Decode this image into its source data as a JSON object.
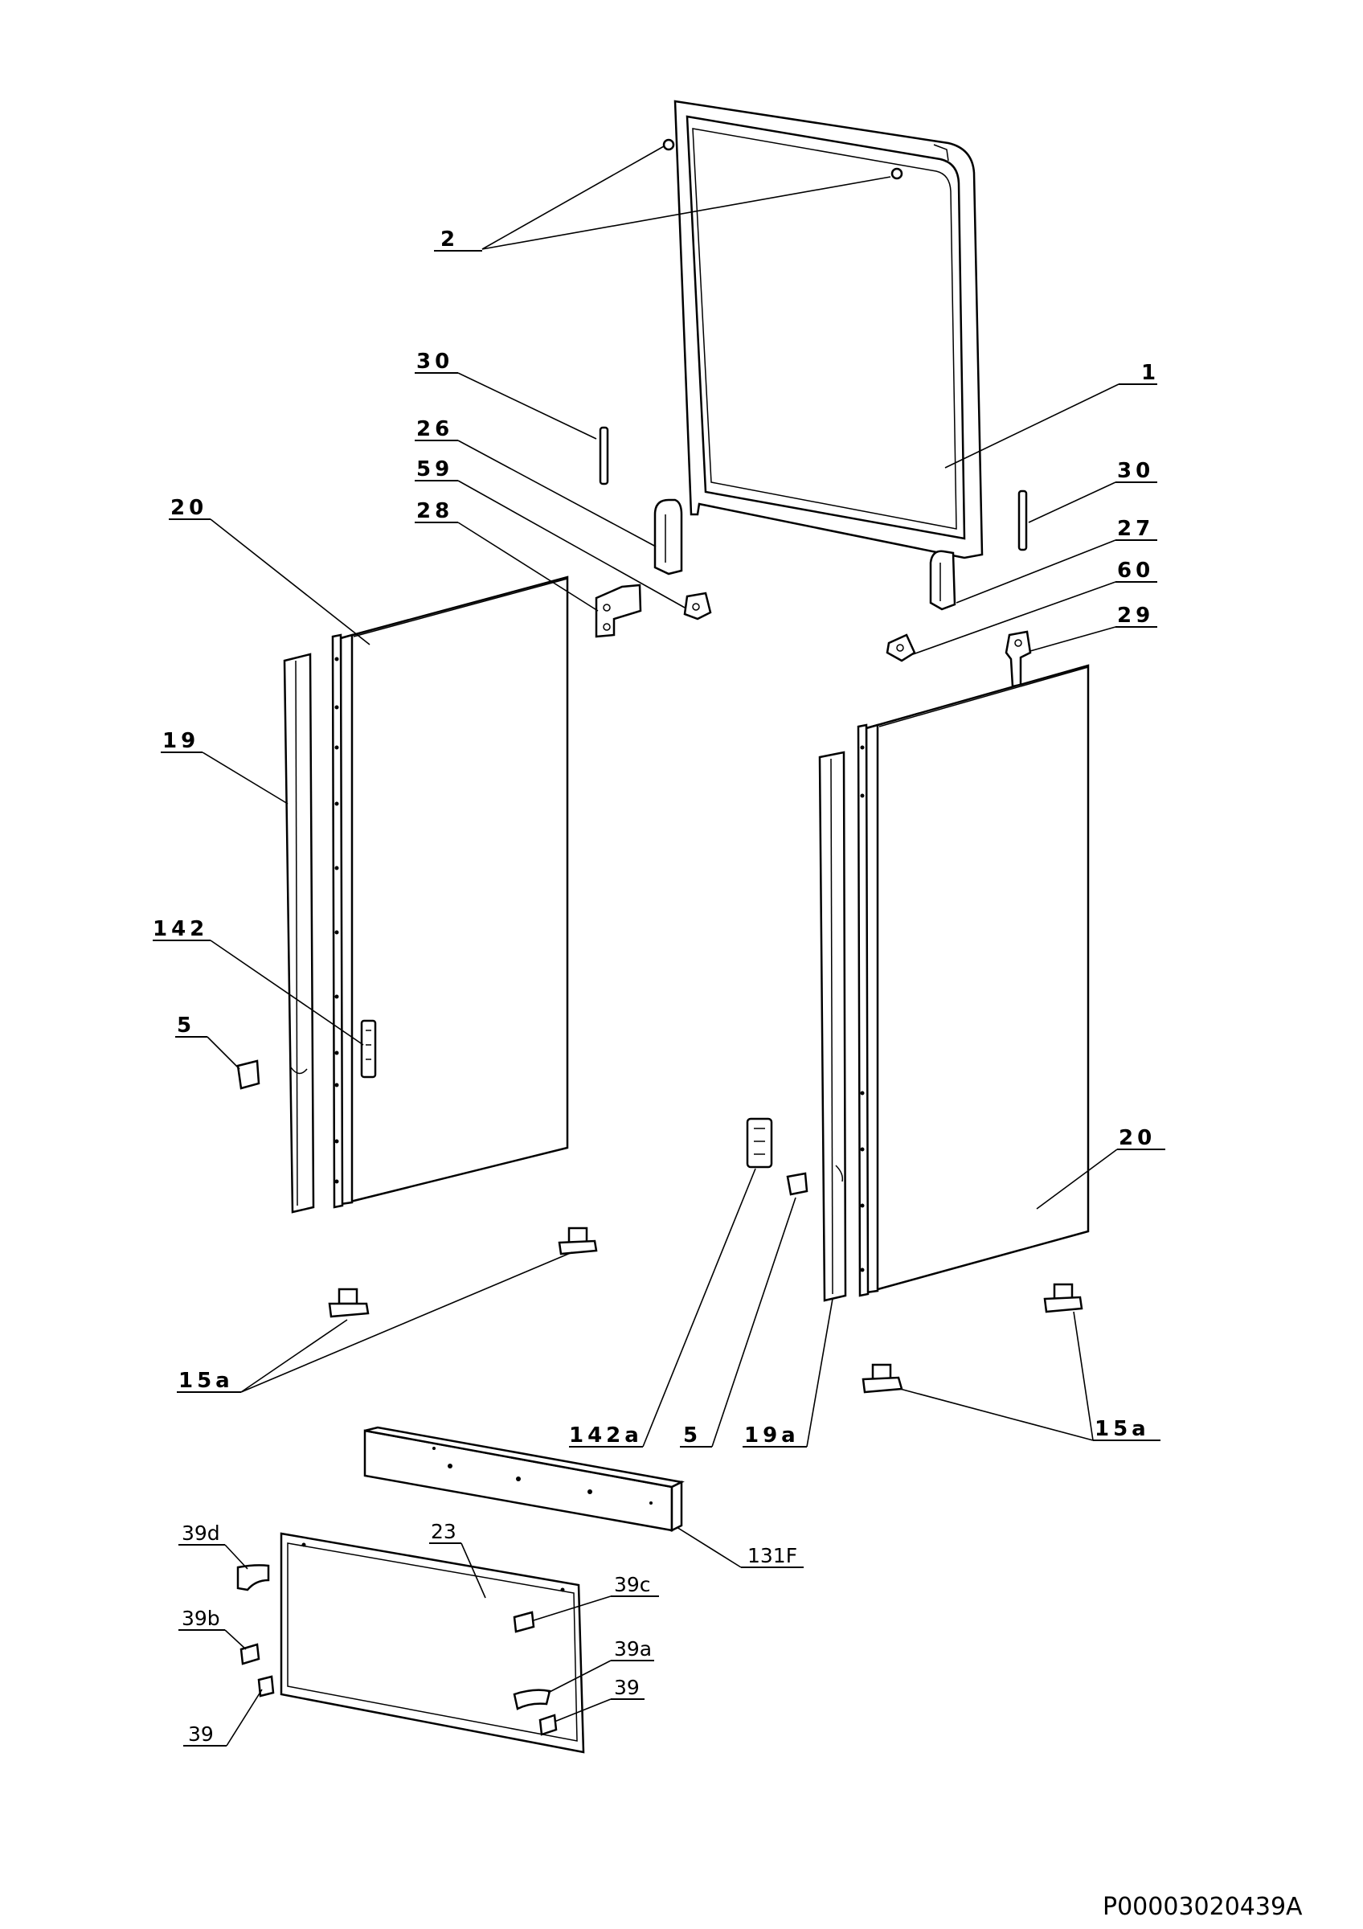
{
  "labels": {
    "l2": "2",
    "l1": "1",
    "l30a": "30",
    "l30b": "30",
    "l26": "26",
    "l59": "59",
    "l28": "28",
    "l20a": "20",
    "l20b": "20",
    "l27": "27",
    "l60": "60",
    "l29": "29",
    "l19": "19",
    "l142": "142",
    "l5a": "5",
    "l5b": "5",
    "l15aa": "15a",
    "l15ab": "15a",
    "l142a": "142a",
    "l19a": "19a",
    "l131F": "131F",
    "l23": "23",
    "l39d": "39d",
    "l39c": "39c",
    "l39b": "39b",
    "l39a": "39a",
    "l39a2": "39",
    "l39b2": "39"
  },
  "drawing_code": "P00003020439A"
}
